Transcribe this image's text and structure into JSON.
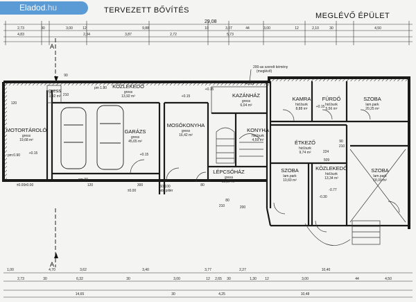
{
  "badge": {
    "brand": "Eladod",
    "suffix": ".hu"
  },
  "titles": {
    "new": "TERVEZETT BŐVÍTÉS",
    "existing": "MEGLÉVŐ ÉPÜLET"
  },
  "note": {
    "line1": "200-as szerelt kémény",
    "line2": "(meglévő)"
  },
  "rooms": [
    {
      "id": "motortarolo",
      "name": "MOTORTÁROLÓ",
      "floor": "gress",
      "area": "19,68 m²"
    },
    {
      "id": "wc",
      "name": "gress",
      "floor": "",
      "area": "3,92 m²"
    },
    {
      "id": "kozlekedo1",
      "name": "KÖZLEKEDŐ",
      "floor": "gress",
      "area": "13,92 m²"
    },
    {
      "id": "garazs",
      "name": "GARÁZS",
      "floor": "gress",
      "area": "45,65 m²"
    },
    {
      "id": "mosokonyha",
      "name": "MOSÓKONYHA",
      "floor": "gress",
      "area": "16,42 m²"
    },
    {
      "id": "kazanhaz",
      "name": "KAZÁNHÁZ",
      "floor": "gress",
      "area": "6,04 m²"
    },
    {
      "id": "lepcsohaz",
      "name": "LÉPCSŐHÁZ",
      "floor": "gress",
      "area": "20,67 m²"
    },
    {
      "id": "konyha",
      "name": "KONYHA",
      "floor": "hid.burk",
      "area": "4,59 m²"
    },
    {
      "id": "kamra",
      "name": "KAMRA",
      "floor": "hid.burk",
      "area": "8,88 m²"
    },
    {
      "id": "furdo",
      "name": "FÜRDŐ",
      "floor": "hid.burk",
      "area": "5,56 m²"
    },
    {
      "id": "szoba1",
      "name": "SZOBA",
      "floor": "lam.park",
      "area": "20,25 m²"
    },
    {
      "id": "etkezo",
      "name": "ÉTKEZŐ",
      "floor": "hid.burk",
      "area": "9,74 m²"
    },
    {
      "id": "szoba2",
      "name": "SZOBA",
      "floor": "lam.park",
      "area": "10,60 m²"
    },
    {
      "id": "kozlekedo2",
      "name": "KÖZLEKEDŐ",
      "floor": "hid.burk",
      "area": "13,34 m²"
    },
    {
      "id": "szoba3",
      "name": "SZOBA",
      "floor": "lam.park",
      "area": "18,00 m²"
    }
  ],
  "dims_top1": [
    "2,73",
    "30",
    "3,00",
    "12",
    "9,88",
    "10",
    "3,07",
    "44",
    "3,00",
    "12",
    "2,10",
    "30",
    "4,50"
  ],
  "dims_top2": [
    "4,83",
    "2,34",
    "3,87",
    "2,72",
    "5,73"
  ],
  "dims_total": "29,08",
  "dims_bottom1": [
    "1,00",
    "4,70",
    "3,62",
    "3,40",
    "3,77",
    "2,27",
    "10,40"
  ],
  "dims_bottom2": [
    "2,73",
    "30",
    "6,32",
    "30",
    "3,00",
    "12",
    "2,65",
    "30",
    "1,30",
    "12",
    "3,00",
    "44",
    "4,50"
  ],
  "dims_bottom3": [
    "14,65",
    "30",
    "4,25",
    "10,48"
  ],
  "levels": [
    "±0.00",
    "+0.15",
    "+0.15",
    "±0.00",
    "+0.15",
    "+0.15",
    "-0.30",
    "±0.00",
    "-0.77",
    "pm:0.90",
    "+0.15",
    "+0.15"
  ],
  "openings": [
    "90",
    "210",
    "pm 1.80",
    "60/100",
    "vb. pillér",
    "pm 90",
    "120",
    "120",
    "224",
    "509",
    "90",
    "210",
    "230",
    "300",
    "210",
    "80",
    "200",
    "80",
    "100",
    "60"
  ],
  "section": "A"
}
